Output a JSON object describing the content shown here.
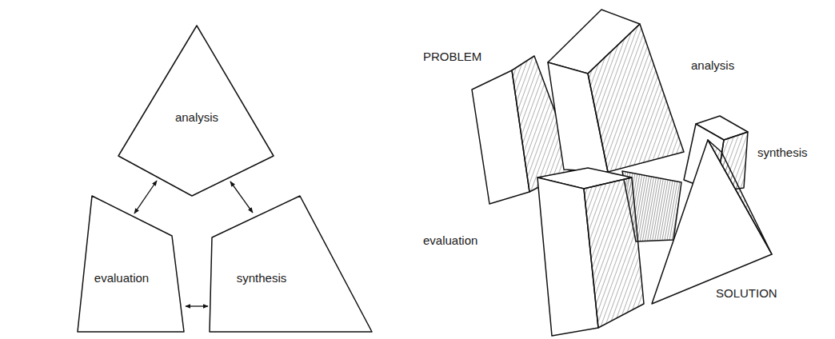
{
  "diagram": {
    "nodes": [
      {
        "text": [
          "analysis"
        ]
      },
      {
        "text": [
          "evaluation"
        ]
      },
      {
        "text": [
          "synthesis"
        ]
      }
    ],
    "edges": [
      {
        "from": 0,
        "to": 1,
        "arrow": "both"
      },
      {
        "from": 0,
        "to": 2,
        "arrow": "both"
      },
      {
        "from": 1,
        "to": 2,
        "arrow": "both"
      }
    ],
    "labels": [
      "PROBLEM",
      "analysis",
      "synthesis",
      "evaluation",
      "SOLUTION"
    ]
  }
}
